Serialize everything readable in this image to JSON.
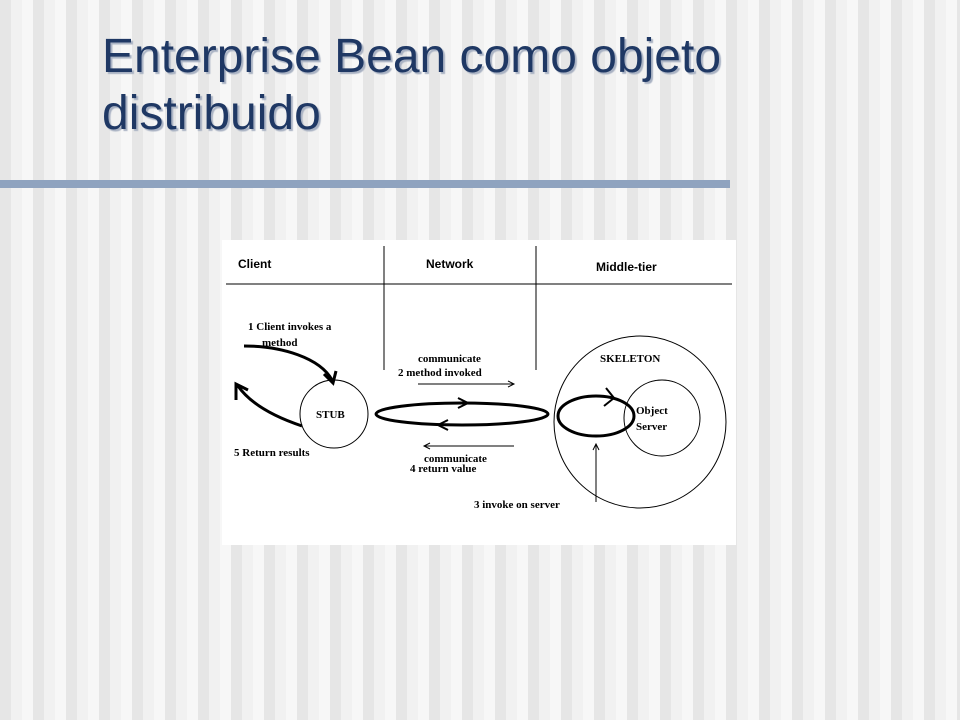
{
  "slide": {
    "title": "Enterprise Bean como objeto distribuido"
  },
  "diagram": {
    "columns": [
      "Client",
      "Network",
      "Middle-tier"
    ],
    "step1_line1": "1  Client invokes a",
    "step1_line2": "method",
    "step2_line1": "communicate",
    "step2_line2": "2  method invoked",
    "step3": "3  invoke on server",
    "step4_line1": "communicate",
    "step4_line2": "4  return value",
    "step5": "5  Return results",
    "stub_label": "STUB",
    "skeleton_label": "SKELETON",
    "object_server_line1": "Object",
    "object_server_line2": "Server"
  }
}
